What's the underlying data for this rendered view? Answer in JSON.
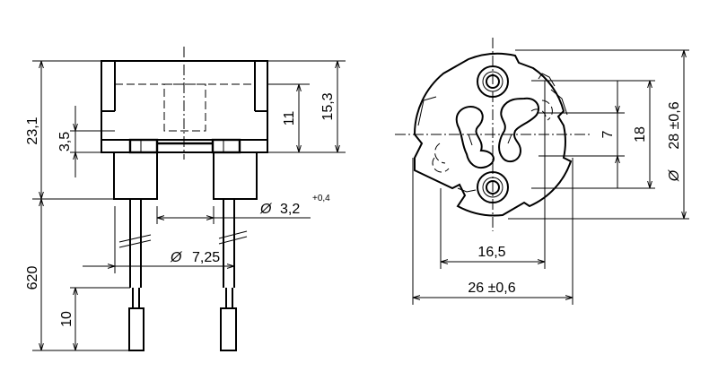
{
  "side_view": {
    "dimensions": {
      "overall_height": "23,1",
      "body_height": "15,3",
      "upper_height": "11",
      "flange_height": "3,5",
      "lead_length": "620",
      "lead_end_length": "10",
      "pin_spacing": "7,25",
      "pin_diameter_prefix": "Ø",
      "pin_diameter": "3,2",
      "pin_diameter_tol": "+0,4",
      "pin_spacing_prefix": "Ø"
    }
  },
  "front_view": {
    "dimensions": {
      "hole_spacing": "16,5",
      "outer_width": "26 ±0,6",
      "slot_height": "7",
      "inner_height": "18",
      "diameter_prefix": "Ø",
      "diameter": "28 ±0,6"
    }
  }
}
